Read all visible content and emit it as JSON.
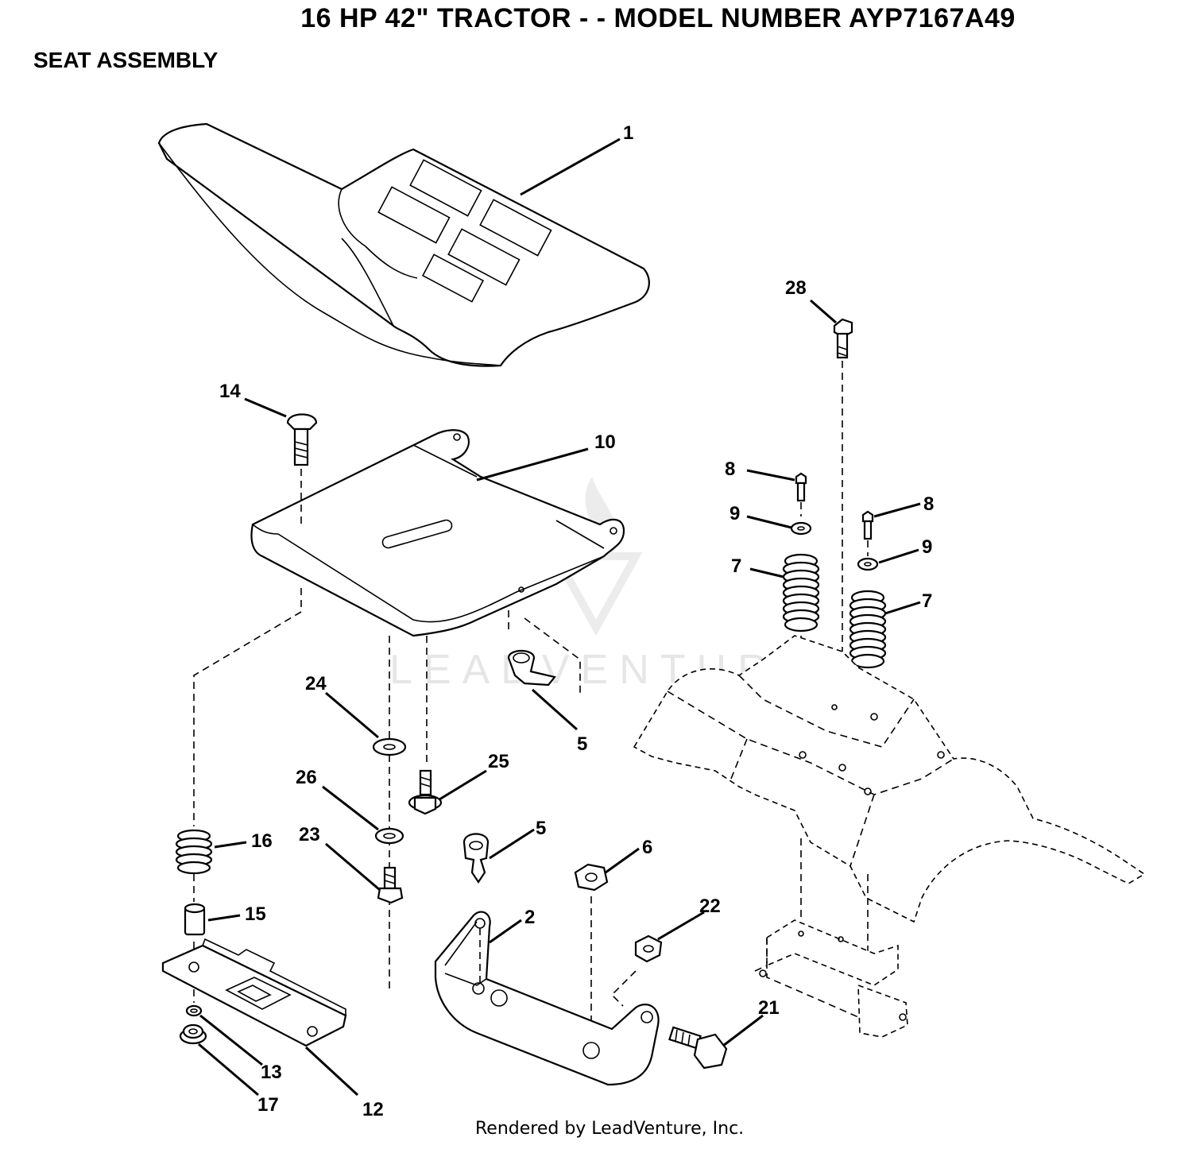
{
  "header": {
    "title": "16 HP 42\" TRACTOR - - MODEL NUMBER  AYP7167A49",
    "subtitle": "SEAT ASSEMBLY"
  },
  "watermark": {
    "text": "LEADVENTURE"
  },
  "footer": {
    "text": "Rendered by LeadVenture, Inc."
  },
  "callouts": {
    "c1": "1",
    "c2": "2",
    "c5a": "5",
    "c5b": "5",
    "c6": "6",
    "c7a": "7",
    "c7b": "7",
    "c8a": "8",
    "c8b": "8",
    "c9a": "9",
    "c9b": "9",
    "c10": "10",
    "c12": "12",
    "c13": "13",
    "c14": "14",
    "c15": "15",
    "c16": "16",
    "c17": "17",
    "c21": "21",
    "c22": "22",
    "c23": "23",
    "c24": "24",
    "c25": "25",
    "c26": "26",
    "c28": "28"
  }
}
